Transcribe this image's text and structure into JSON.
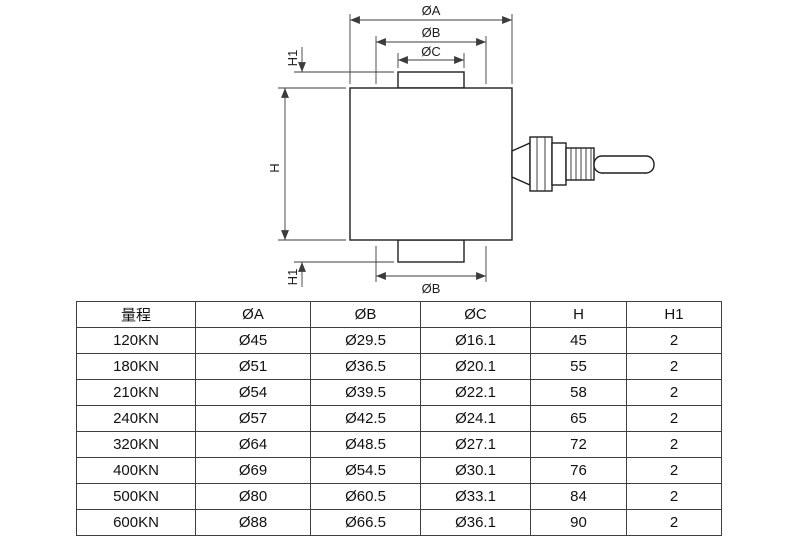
{
  "drawing": {
    "labels": {
      "dim_a": "ØA",
      "dim_b_top": "ØB",
      "dim_c": "ØC",
      "dim_h": "H",
      "dim_h1_top": "H1",
      "dim_h1_bottom": "H1",
      "dim_b_bottom": "ØB"
    }
  },
  "table": {
    "headers": [
      "量程",
      "ØA",
      "ØB",
      "ØC",
      "H",
      "H1"
    ],
    "rows": [
      [
        "120KN",
        "Ø45",
        "Ø29.5",
        "Ø16.1",
        "45",
        "2"
      ],
      [
        "180KN",
        "Ø51",
        "Ø36.5",
        "Ø20.1",
        "55",
        "2"
      ],
      [
        "210KN",
        "Ø54",
        "Ø39.5",
        "Ø22.1",
        "58",
        "2"
      ],
      [
        "240KN",
        "Ø57",
        "Ø42.5",
        "Ø24.1",
        "65",
        "2"
      ],
      [
        "320KN",
        "Ø64",
        "Ø48.5",
        "Ø27.1",
        "72",
        "2"
      ],
      [
        "400KN",
        "Ø69",
        "Ø54.5",
        "Ø30.1",
        "76",
        "2"
      ],
      [
        "500KN",
        "Ø80",
        "Ø60.5",
        "Ø33.1",
        "84",
        "2"
      ],
      [
        "600KN",
        "Ø88",
        "Ø66.5",
        "Ø36.1",
        "90",
        "2"
      ]
    ]
  }
}
